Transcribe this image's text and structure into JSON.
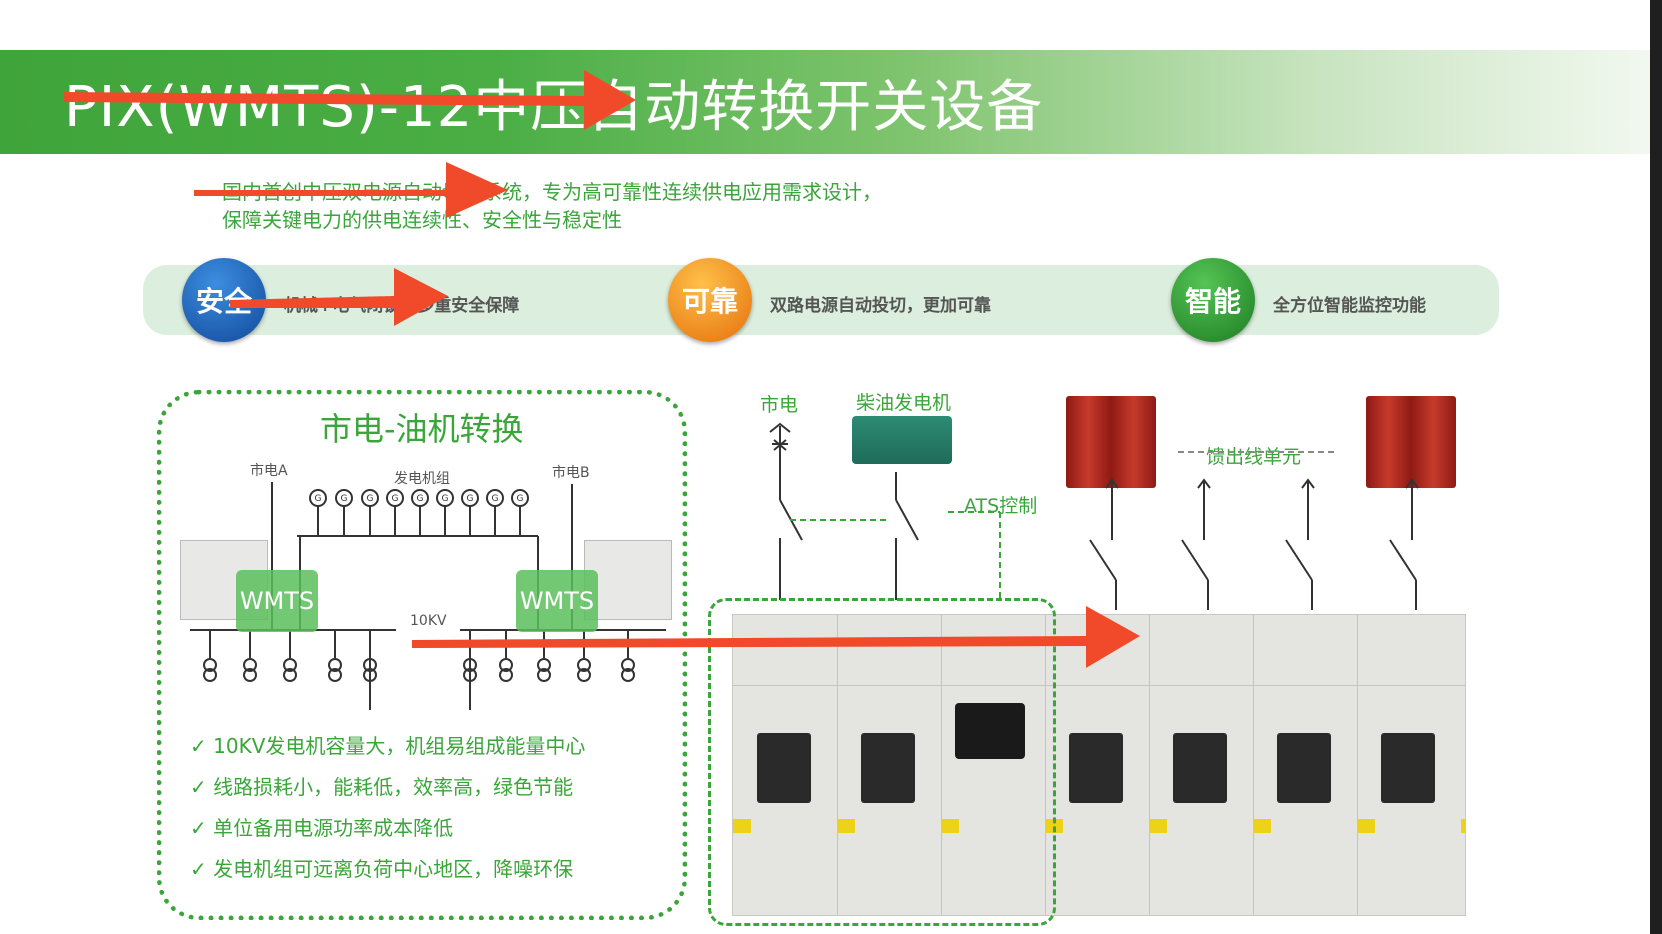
{
  "title": "PIX(WMTS)-12中压自动转换开关设备",
  "intro": {
    "line1": "国内首创中压双电源自动切换系统，专为高可靠性连续供电应用需求设计，",
    "line2": "保障关键电力的供电连续性、安全性与稳定性"
  },
  "features": [
    {
      "badge": "安全",
      "text": "机械+电气闭锁，多重安全保障",
      "color": "#1b5fb3"
    },
    {
      "badge": "可靠",
      "text": "双路电源自动投切，更加可靠",
      "color": "#f08a10"
    },
    {
      "badge": "智能",
      "text": "全方位智能监控功能",
      "color": "#27952b"
    }
  ],
  "left_panel": {
    "title": "市电-油机转换",
    "labels": {
      "mains_a": "市电A",
      "genset": "发电机组",
      "mains_b": "市电B",
      "voltage": "10KV",
      "wmts": "WMTS"
    },
    "generator_symbol": "G",
    "checks": [
      "10KV发电机容量大，机组易组成能量中心",
      "线路损耗小，能耗低，效率高，绿色节能",
      "单位备用电源功率成本降低",
      "发电机组可远离负荷中心地区，降噪环保"
    ],
    "check_mark": "✓"
  },
  "right_diagram": {
    "mains": "市电",
    "diesel": "柴油发电机",
    "ats": "ATS控制",
    "feeder": "馈出线单元"
  },
  "colors": {
    "green": "#3aa63a",
    "arrow": "#f04a2a"
  }
}
